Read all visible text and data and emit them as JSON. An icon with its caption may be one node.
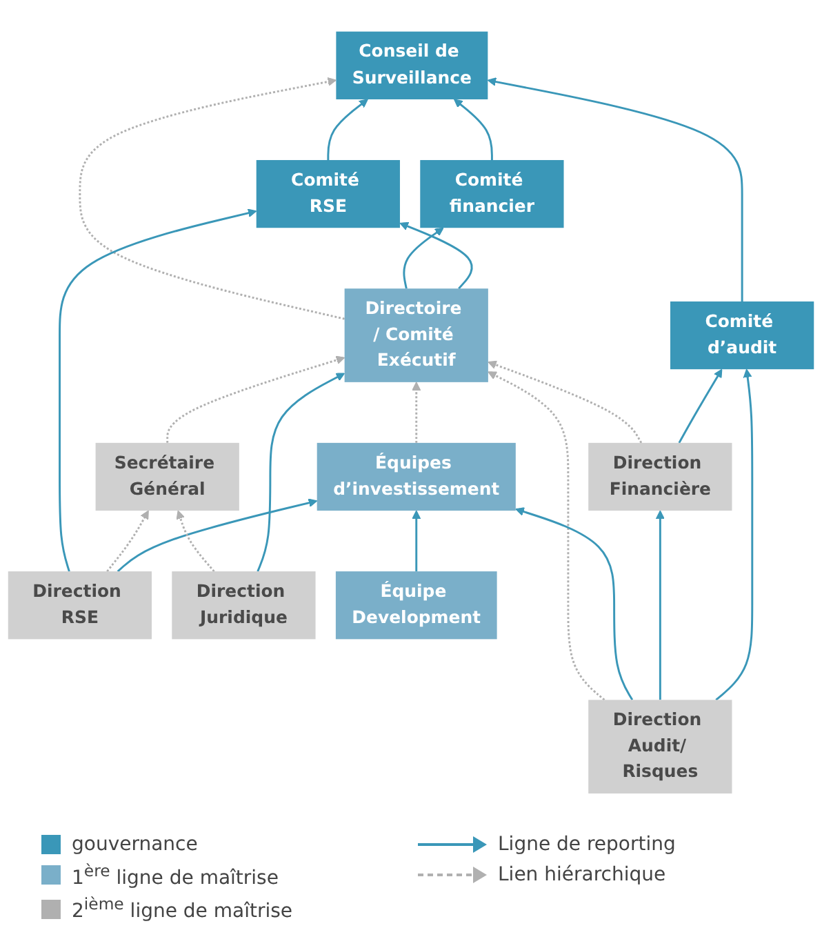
{
  "diagram": {
    "nodes": [
      {
        "text": [
          "Comité RSE"
        ]
      },
      {
        "text": [
          "Conseil de Surveillance"
        ]
      },
      {
        "text": [
          "Comité d’audit"
        ]
      },
      {
        "text": [
          "Comité financier"
        ]
      },
      {
        "text": [
          "Secrétaire Général"
        ]
      },
      {
        "text": [
          "Directoire / Comité Exécutif"
        ]
      },
      {
        "text": [
          "Direction Financière"
        ]
      },
      {
        "text": [
          "Direction RSE"
        ]
      },
      {
        "text": [
          "Équipes d’investissement"
        ]
      },
      {
        "text": [
          "Direction Juridique"
        ]
      },
      {
        "text": [
          "Équipe Development"
        ]
      },
      {
        "text": [
          "Direction Audit/ Risques"
        ]
      }
    ],
    "edges": [
      {
        "from": 0,
        "to": 1,
        "arrow": "to"
      },
      {
        "from": 2,
        "to": 1,
        "arrow": "to"
      },
      {
        "from": 3,
        "to": 1,
        "arrow": "to"
      },
      {
        "from": 5,
        "to": 1,
        "arrow": "to",
        "style": "dashed",
        "color": "#b0b0b0"
      },
      {
        "from": 5,
        "to": 3,
        "arrow": "to"
      },
      {
        "from": 5,
        "to": 0,
        "arrow": "to"
      },
      {
        "from": 7,
        "to": 0,
        "arrow": "to"
      },
      {
        "from": 7,
        "to": 4,
        "arrow": "to",
        "style": "dashed",
        "color": "#b0b0b0"
      },
      {
        "from": 4,
        "to": 5,
        "arrow": "to",
        "style": "dashed",
        "color": "#b0b0b0"
      },
      {
        "from": 6,
        "to": 5,
        "arrow": "to",
        "style": "dashed",
        "color": "#b0b0b0"
      },
      {
        "from": 11,
        "to": 5,
        "arrow": "to",
        "style": "dashed",
        "color": "#b0b0b0"
      },
      {
        "from": 6,
        "to": 2,
        "arrow": "to"
      },
      {
        "from": 7,
        "to": 8,
        "arrow": "to"
      },
      {
        "from": 9,
        "to": 4,
        "arrow": "to",
        "style": "dashed",
        "color": "#b0b0b0"
      },
      {
        "from": 9,
        "to": 5,
        "arrow": "to"
      },
      {
        "from": 8,
        "to": 5,
        "arrow": "to",
        "style": "dashed",
        "color": "#b0b0b0"
      },
      {
        "from": 10,
        "to": 8,
        "arrow": "to"
      },
      {
        "from": 11,
        "to": 8,
        "arrow": "to"
      },
      {
        "from": 11,
        "to": 6,
        "arrow": "to"
      },
      {
        "from": 11,
        "to": 2,
        "arrow": "to"
      }
    ],
    "legend": [
      {
        "text": "gouvernance",
        "color": "#3a97b8"
      },
      {
        "text": "1$^{ère}$ ligne de maîtrise",
        "color": "#7aafc9"
      },
      {
        "text": "2$^{ième}$ ligne de maîtrise",
        "color": "#b0b0b0"
      },
      {
        "text": "Ligne de reporting"
      },
      {
        "text": "Lien hiérarchique"
      }
    ]
  }
}
